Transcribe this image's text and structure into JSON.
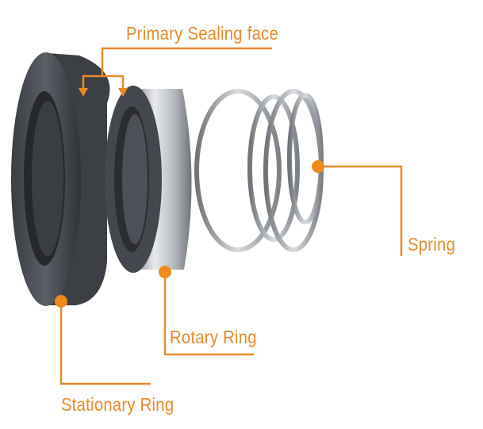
{
  "accent_color": "#e8892a",
  "labels": {
    "primary_sealing_face": "Primary Sealing face",
    "spring": "Spring",
    "rotary_ring": "Rotary Ring",
    "stationary_ring": "Stationary Ring"
  }
}
